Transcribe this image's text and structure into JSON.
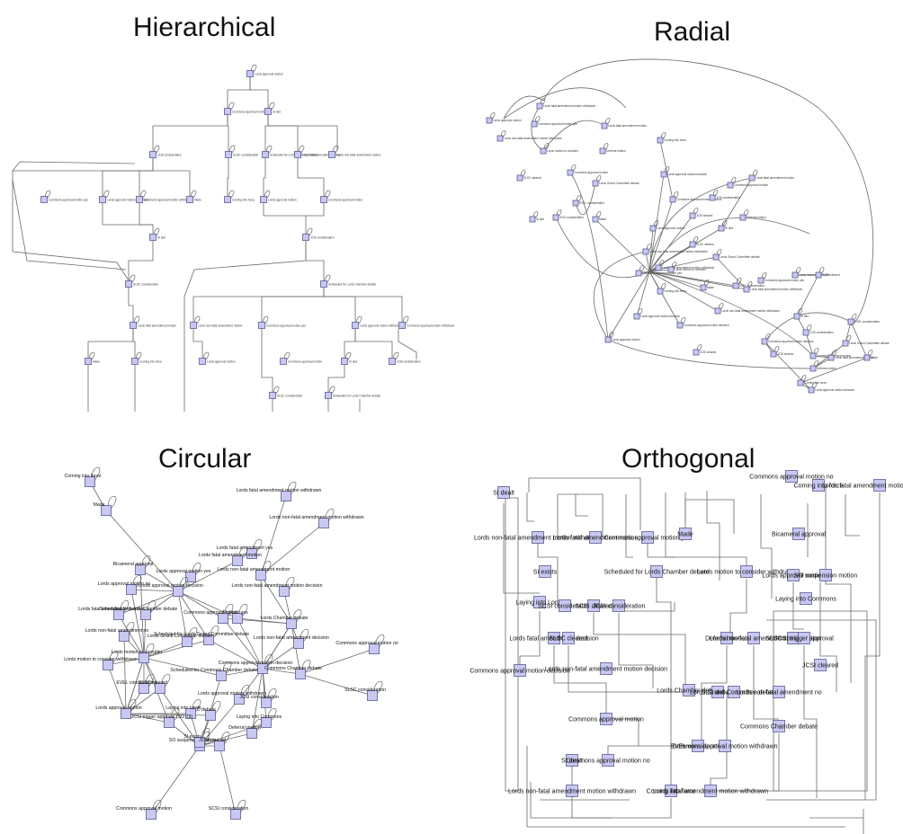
{
  "panels": {
    "hierarchical": {
      "title": "Hierarchical",
      "labels": [
        "Lords approval motion",
        "Commons approval motion",
        "SI laid",
        "JCSI consideration",
        "SLSC consideration",
        "Scheduled for Lords Chamber debate",
        "Lords fatal amendment motion",
        "Lords non-fatal amendment motion",
        "Commons approval motion yes",
        "Lords approval motion withdrawn",
        "Commons approval motion withdrawn",
        "Made",
        "Coming into force"
      ]
    },
    "radial": {
      "title": "Radial",
      "labels": [
        "Lords approval motion",
        "Lords non-fatal amendment motion withdrawn",
        "Lords fatal amendment motion withdrawn",
        "Commons approval motion yes",
        "Lords motion to consider",
        "SLSC cleared",
        "SI laid",
        "JCSI consideration",
        "Commons approval motion",
        "Lords fatal amendment motion",
        "Deferral motion",
        "Lords Grand Committee debate",
        "EVEL consideration",
        "Made",
        "Coming into force",
        "Lords approval motion decision",
        "Commons approval motion decision",
        "JCSI cleared"
      ]
    },
    "circular": {
      "title": "Circular",
      "labels": [
        "Coming into force",
        "Made",
        "Lords fatal amendment motion withdrawn",
        "Lords non-fatal amendment motion withdrawn",
        "Lords fatal amendment yes",
        "Lords fatal amendment motion",
        "Lords non-fatal amendment motion",
        "Bicameral approval",
        "Lords approval motion yes",
        "Lords approval motion decision",
        "Lords approval motion no",
        "Scheduled for Lords Chamber debate",
        "SI dealt",
        "Commons approval motion yes",
        "Lords Chamber debate",
        "Lords Grand Committee debate",
        "Scheduled for Lords Grand Committee debate",
        "Lords non-fatal amendment no",
        "Lords non-fatal amendment decision",
        "Commons approval motion no",
        "Lords motion to consider",
        "Lords motion to consider withdrawn",
        "Commons approval motion decision",
        "EVEL consideration",
        "SLSC cleared",
        "Scheduled for Commons Chamber debate",
        "Commons Chamber debate",
        "SLSC consideration",
        "Lords approval motion",
        "Lords approval motion withdrawn",
        "DLC debate",
        "JCSI consideration",
        "Laying into Lords",
        "JCSI trigger approval (SO 73)",
        "Laying into Commons",
        "Deferral motion",
        "SO suspension motion",
        "SI exists",
        "JCSI cleared",
        "Commons approval motion",
        "SCSI consideration",
        "Commons approval motion withdrawn",
        "SCSI cleared"
      ],
      "nodes": [
        {
          "label": "Coming into force"
        },
        {
          "label": "Made"
        },
        {
          "label": "Lords fatal amendment motion withdrawn"
        },
        {
          "label": "Lords non-fatal amendment motion withdrawn"
        },
        {
          "label": "Lords fatal amendment yes"
        },
        {
          "label": "Lords fatal amendment motion"
        },
        {
          "label": "Lords non-fatal amendment motion"
        },
        {
          "label": "Bicameral approval"
        },
        {
          "label": "Lords approval motion yes"
        },
        {
          "label": "Lords approval motion decision"
        },
        {
          "label": "Lords approval motion no"
        },
        {
          "label": "Lords non-fatal amendment motion decision"
        },
        {
          "label": "Lords fatal amendment decision"
        },
        {
          "label": "Scheduled for Lords Chamber debate"
        },
        {
          "label": "SI dealt"
        },
        {
          "label": "Commons approval motion yes"
        },
        {
          "label": "Lords Chamber debate"
        },
        {
          "label": "Scheduled for Lords Grand Committee debate"
        },
        {
          "label": "Lords Grand Committee debate"
        },
        {
          "label": "Lords non-fatal amendment no"
        },
        {
          "label": "Lords non-fatal amendment decision"
        },
        {
          "label": "Commons approval motion no"
        },
        {
          "label": "Lords motion to consider"
        },
        {
          "label": "Lords motion to consider withdrawn"
        },
        {
          "label": "Commons approval motion decision"
        },
        {
          "label": "EVEL consideration"
        },
        {
          "label": "SLSC cleared"
        },
        {
          "label": "Scheduled for Commons Chamber debate"
        },
        {
          "label": "Commons Chamber debate"
        },
        {
          "label": "SLSC consideration"
        },
        {
          "label": "Lords approval motion"
        },
        {
          "label": "Lords approval motion withdrawn"
        },
        {
          "label": "DLC debate"
        },
        {
          "label": "JCSI consideration"
        },
        {
          "label": "Laying into Lords"
        },
        {
          "label": "JCSI trigger approval (SO 73)"
        },
        {
          "label": "Laying into Commons"
        },
        {
          "label": "Deferral motion"
        },
        {
          "label": "SO suspension motion"
        },
        {
          "label": "SI exists"
        },
        {
          "label": "JCSI cleared"
        },
        {
          "label": "Commons approval motion"
        },
        {
          "label": "SCSI consideration"
        },
        {
          "label": "Commons approval motion withdrawn"
        },
        {
          "label": "SCSI cleared"
        }
      ]
    },
    "orthogonal": {
      "title": "Orthogonal",
      "labels": [
        "SI dealt",
        "Commons approval motion no",
        "Coming into force",
        "Lords fatal amendment motion withdrawn",
        "Lords non-fatal amendment motion withdrawn",
        "Lords fatal amendment motion",
        "Commons approval motion yes",
        "Made",
        "Bicameral approval",
        "SI exists",
        "Scheduled for Lords Chamber debate",
        "Lords motion to consider withdrawn",
        "Lords approval motion",
        "SO suspension motion",
        "Laying into Lords",
        "SCSI consideration",
        "SCSI cleared",
        "JCSI consideration",
        "Laying into Commons",
        "Lords fatal amendment decision",
        "SLSC cleared",
        "Deferral motion",
        "Lords non-fatal amendment yes",
        "SLSC consideration",
        "JCSI trigger approval",
        "JCSI cleared",
        "Commons approval motion decision",
        "Lords non-fatal amendment motion decision",
        "Lords Chamber debate",
        "DLC debate",
        "Lords Grand Committee debate",
        "Lords non-fatal amendment no",
        "Commons approval motion",
        "Commons Chamber debate",
        "EVEL consideration",
        "Commons approval motion withdrawn"
      ]
    }
  }
}
